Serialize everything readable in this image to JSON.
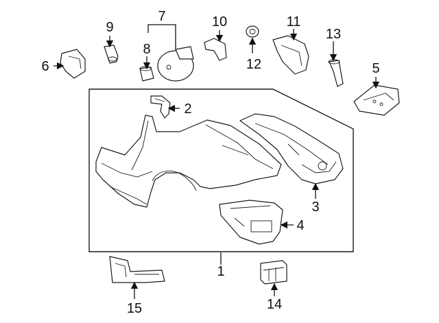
{
  "callouts": [
    {
      "id": "c1",
      "label": "1"
    },
    {
      "id": "c2",
      "label": "2"
    },
    {
      "id": "c3",
      "label": "3"
    },
    {
      "id": "c4",
      "label": "4"
    },
    {
      "id": "c5",
      "label": "5"
    },
    {
      "id": "c6",
      "label": "6"
    },
    {
      "id": "c7",
      "label": "7"
    },
    {
      "id": "c8",
      "label": "8"
    },
    {
      "id": "c9",
      "label": "9"
    },
    {
      "id": "c10",
      "label": "10"
    },
    {
      "id": "c11",
      "label": "11"
    },
    {
      "id": "c12",
      "label": "12"
    },
    {
      "id": "c13",
      "label": "13"
    },
    {
      "id": "c14",
      "label": "14"
    },
    {
      "id": "c15",
      "label": "15"
    }
  ],
  "colors": {
    "line": "#1a1a1a",
    "background": "#ffffff",
    "shade": "#cfcfcf"
  }
}
